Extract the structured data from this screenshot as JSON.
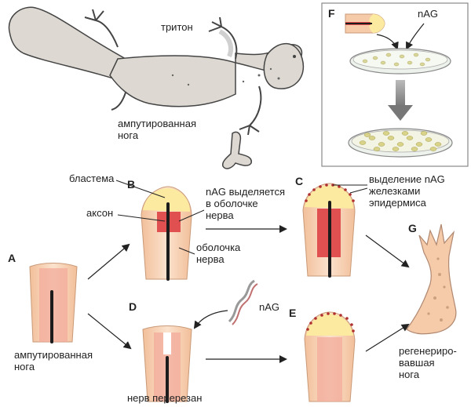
{
  "labels": {
    "newt": "тритон",
    "amputated_leg_top": "ампутированная\nнога",
    "blastema": "бластема",
    "axon": "аксон",
    "nag_sheath": "nAG выделяется\nв оболочке\nнерва",
    "nerve_sheath": "оболочка\nнерва",
    "nag_glands": "выделение nAG\nжелезками\nэпидермиса",
    "amputated_leg_bottom": "ампутированная\nнога",
    "nerve_cut": "нерв перерезан",
    "regenerated_leg": "регенериро-\nвавшая\nнога",
    "nag_molecule": "nAG",
    "nag_inset": "nAG"
  },
  "panels": {
    "a": "A",
    "b": "B",
    "c": "C",
    "d": "D",
    "e": "E",
    "f": "F",
    "g": "G"
  },
  "colors": {
    "limb_fill": "#f6cba9",
    "limb_stroke": "#c99a78",
    "blastema": "#fbeaa0",
    "nerve": "#1c1c1c",
    "nerve_zone": "#e05050",
    "nag_dots": "#b03030",
    "newt_fill": "#ddd9d2",
    "newt_stroke": "#444444",
    "arrow": "#222222"
  }
}
